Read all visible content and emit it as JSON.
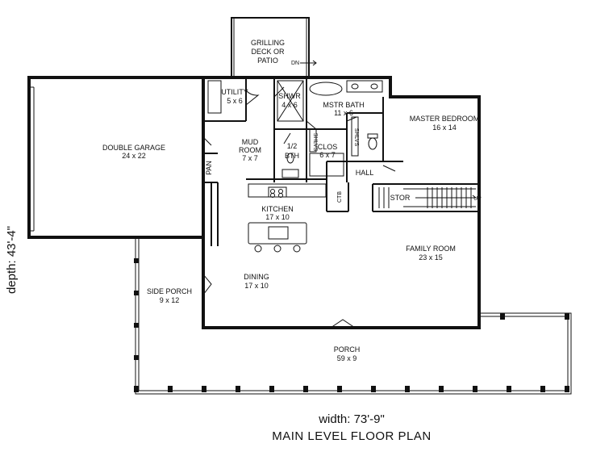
{
  "rooms": {
    "grilling": {
      "line1": "GRILLING",
      "line2": "DECK OR",
      "line3": "PATIO"
    },
    "garage": {
      "name": "DOUBLE GARAGE",
      "size": "24 x 22"
    },
    "utility": {
      "name": "UTILITY",
      "size": "5 x 6"
    },
    "shwr": {
      "name": "SHWR",
      "size": "4 x 6"
    },
    "mstr_bath": {
      "name": "MSTR BATH",
      "size": "11 x 6"
    },
    "master_bedroom": {
      "name": "MASTER BEDROOM",
      "size": "16 x 14"
    },
    "mud_room": {
      "line1": "MUD",
      "line2": "ROOM",
      "size": "7 x 7"
    },
    "half_bath": {
      "line1": "1/2",
      "line2": "BTH"
    },
    "clos": {
      "name": "CLOS",
      "size": "6 x 7"
    },
    "hall": {
      "name": "HALL"
    },
    "pan": {
      "name": "PAN"
    },
    "stor": {
      "name": "STOR"
    },
    "ctb": {
      "name": "CTB"
    },
    "kitchen": {
      "name": "KITCHEN",
      "size": "17 x 10"
    },
    "family_room": {
      "name": "FAMILY ROOM",
      "size": "23 x 15"
    },
    "dining": {
      "name": "DINING",
      "size": "17 x 10"
    },
    "side_porch": {
      "name": "SIDE PORCH",
      "size": "9 x 12"
    },
    "porch": {
      "name": "PORCH",
      "size": "59 x 9"
    }
  },
  "annotations": {
    "dn": "DN",
    "up": "UP",
    "shlvs": "SHLVS"
  },
  "dimensions": {
    "width": "width: 73'-9\"",
    "depth": "depth: 43'-4\""
  },
  "title": "MAIN LEVEL FLOOR PLAN"
}
